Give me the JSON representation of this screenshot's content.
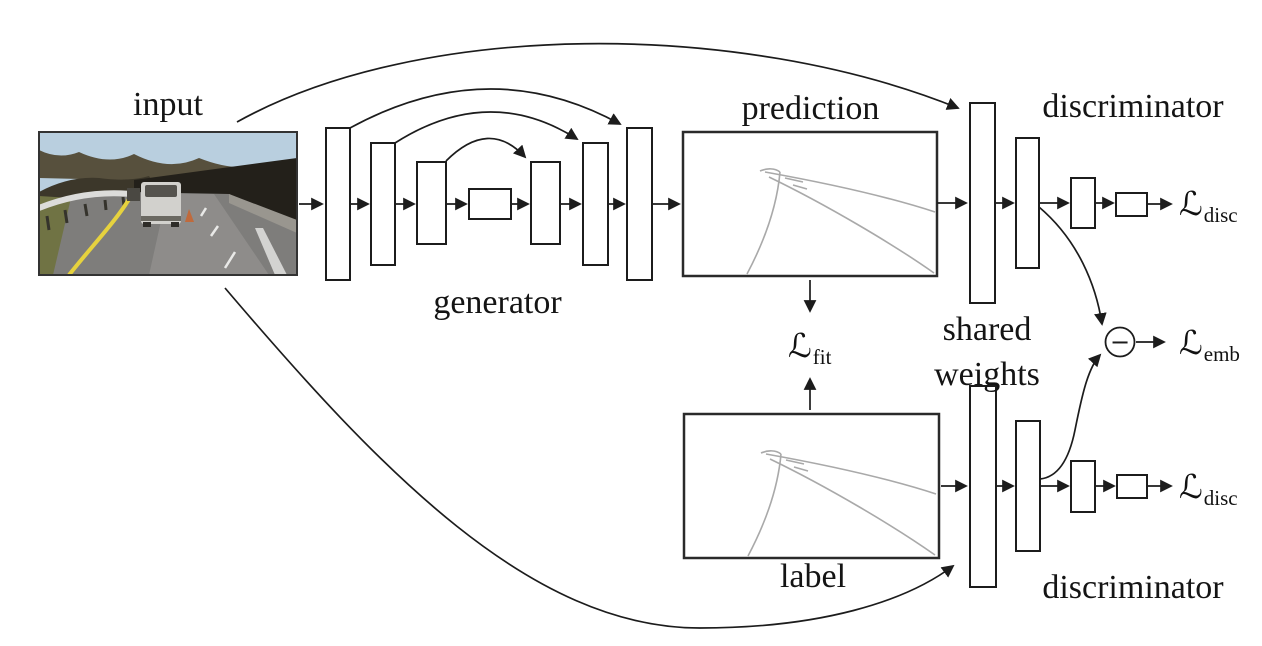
{
  "figure": {
    "labels": {
      "input": "input",
      "generator": "generator",
      "prediction": "prediction",
      "label": "label",
      "shared_line1": "shared",
      "shared_line2": "weights",
      "discriminator_top": "discriminator",
      "discriminator_bottom": "discriminator"
    },
    "losses": {
      "disc_top": {
        "base": "ℒ",
        "sub": "disc"
      },
      "disc_bottom": {
        "base": "ℒ",
        "sub": "disc"
      },
      "emb": {
        "base": "ℒ",
        "sub": "emb"
      },
      "fit": {
        "base": "ℒ",
        "sub": "fit"
      }
    },
    "operators": {
      "minus": "−"
    }
  },
  "colors": {
    "stroke": "#1c1c1c",
    "lane_line": "#a9a9a9",
    "photo": {
      "sky": "#b9cfdf",
      "mountain": "#57503d",
      "mountain_dark": "#3c372a",
      "wall": "#23201a",
      "road": "#7e7d7b",
      "road_light": "#9a9997",
      "yellow": "#e6d23e",
      "rail": "#dcdcda",
      "truck": "#d2d1cd",
      "truck_dark": "#55534e",
      "cone": "#c06a3c",
      "vegetation": "#707344",
      "barrier": "#99968f"
    }
  }
}
